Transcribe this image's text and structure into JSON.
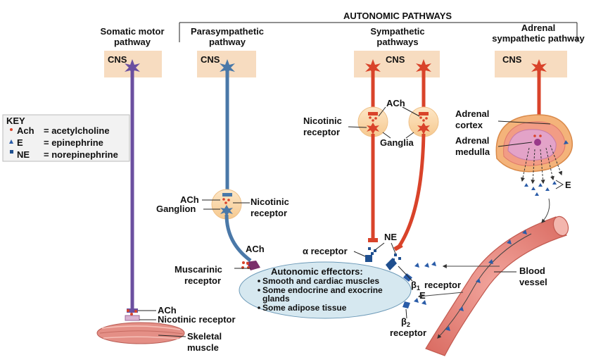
{
  "header": {
    "title": "AUTONOMIC PATHWAYS"
  },
  "columns": {
    "somatic": [
      "Somatic motor",
      "pathway"
    ],
    "parasympathetic": [
      "Parasympathetic",
      "pathway"
    ],
    "sympathetic": [
      "Sympathetic",
      "pathways"
    ],
    "adrenal": [
      "Adrenal",
      "sympathetic pathway"
    ]
  },
  "cns_label": "CNS",
  "key": {
    "title": "KEY",
    "items": [
      {
        "abbr": "Ach",
        "desc": "= acetylcholine"
      },
      {
        "abbr": "E",
        "desc": "= epinephrine"
      },
      {
        "abbr": "NE",
        "desc": "= norepinephrine"
      }
    ]
  },
  "labels": {
    "ach": "ACh",
    "nicotinic_receptor": [
      "Nicotinic",
      "receptor"
    ],
    "ganglion": "Ganglion",
    "ganglia": "Ganglia",
    "muscarinic_receptor": [
      "Muscarinic",
      "receptor"
    ],
    "alpha_receptor": "α receptor",
    "ne": "NE",
    "beta1_receptor": {
      "symbol": "β",
      "sub": "1",
      "text": "receptor"
    },
    "beta2_receptor": {
      "symbol": "β",
      "sub": "2",
      "text": "receptor"
    },
    "e": "E",
    "adrenal_cortex": [
      "Adrenal",
      "cortex"
    ],
    "adrenal_medulla": [
      "Adrenal",
      "medulla"
    ],
    "blood_vessel": [
      "Blood",
      "vessel"
    ],
    "nicotinic_receptor_single": "Nicotinic receptor",
    "skeletal_muscle": [
      "Skeletal",
      "muscle"
    ]
  },
  "effectors": {
    "title": "Autonomic effectors:",
    "items": [
      "Smooth and cardiac muscles",
      "Some endocrine and exocrine",
      "glands",
      "Some adipose tissue"
    ]
  },
  "colors": {
    "somatic": "#6b4fa0",
    "parasympathetic": "#4a78a8",
    "sympathetic": "#d9432a",
    "cns_box": "#f7dcc0",
    "effector_fill": "#d6e8f0",
    "vessel": "#e07b72"
  }
}
